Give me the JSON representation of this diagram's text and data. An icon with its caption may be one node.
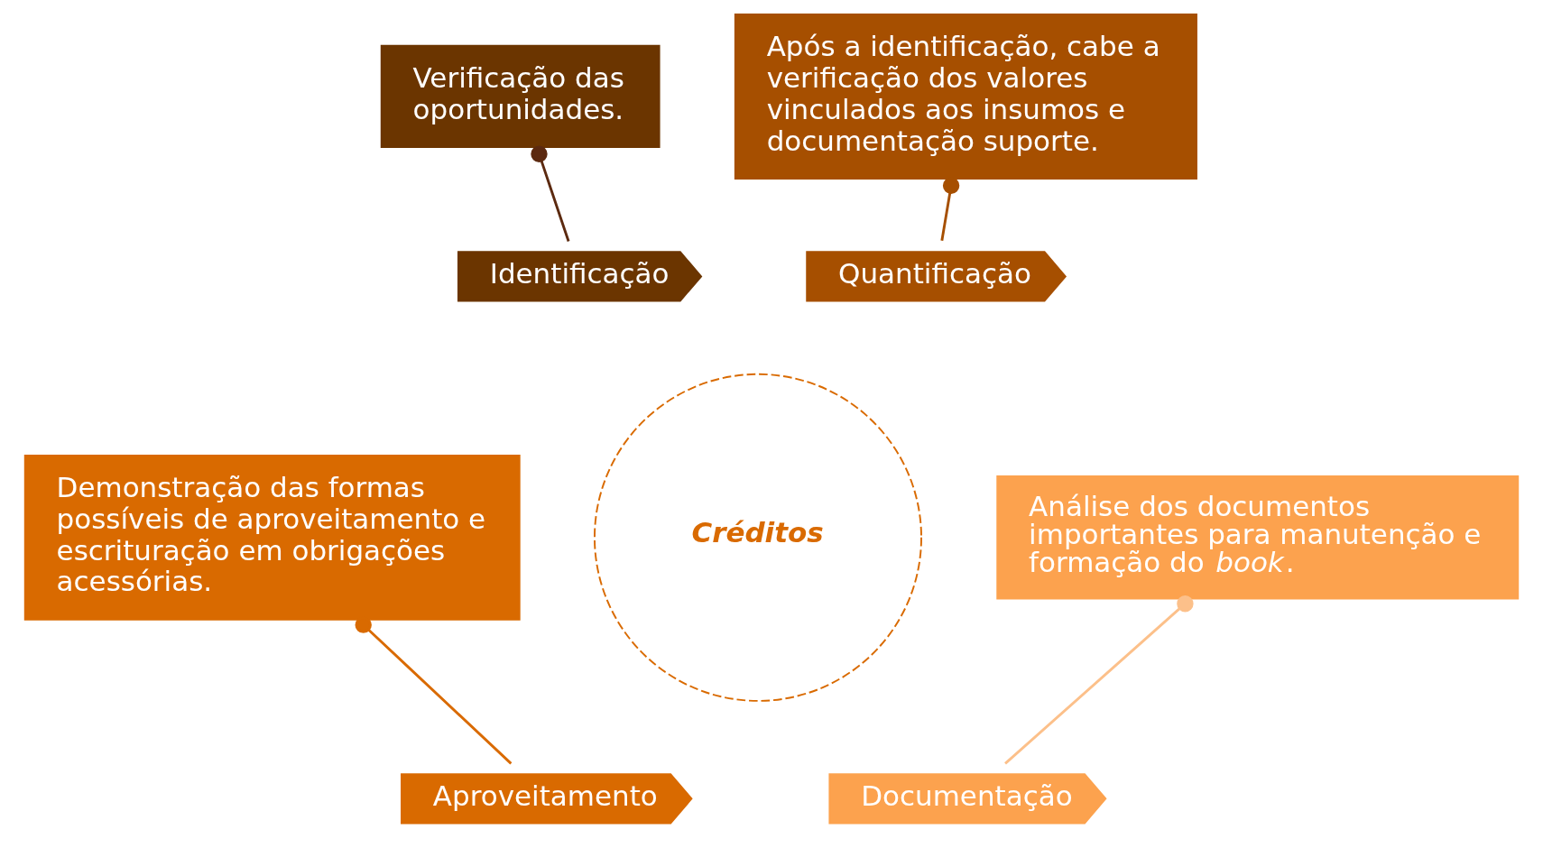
{
  "diagram": {
    "nodes": [
      {
        "text": [
          "Verificação das oportunidades."
        ]
      },
      {
        "text": [
          "Identificação"
        ]
      },
      {
        "text": [
          "Quantificação"
        ]
      },
      {
        "text": [
          "Após a identificação, cabe a verificação dos valores vinculados aos insumos e documentação suporte."
        ]
      },
      {
        "text": [
          "Aproveitamento"
        ]
      },
      {
        "text": [
          "Demonstração das formas possíveis de aproveitamento e escrituração em obrigações acessórias."
        ]
      },
      {
        "text": [
          "Documentação"
        ]
      },
      {
        "text": [
          "Análise dos documentos importantes para manutenção e formação do *book*."
        ]
      },
      {
        "text": [
          "Créditos"
        ]
      }
    ],
    "edges": [
      {
        "from": 0,
        "to": 1,
        "arrow": "other",
        "color": "#5c2a10"
      },
      {
        "from": 3,
        "to": 2,
        "arrow": "other",
        "color": "#a64f00"
      },
      {
        "from": 5,
        "to": 4,
        "arrow": "other",
        "color": "#d96a00"
      },
      {
        "from": 7,
        "to": 6,
        "arrow": "other",
        "color": "#fcc08a"
      }
    ]
  }
}
